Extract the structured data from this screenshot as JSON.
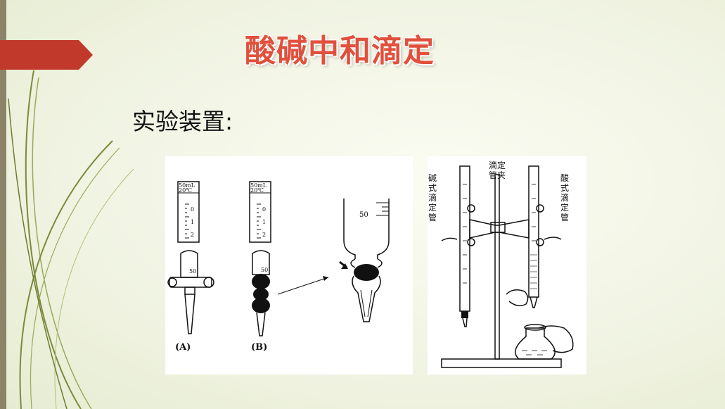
{
  "slide": {
    "title": "酸碱中和滴定",
    "subtitle": "实验装置:"
  },
  "figure_left": {
    "label_a": "(A)",
    "label_b": "(B)",
    "tube_head": "50mL",
    "tube_temp": "20℃",
    "ticks": [
      "0",
      "1",
      "2"
    ],
    "lower_mark": "50",
    "zoom_mark": "50"
  },
  "figure_right": {
    "label_base_burette": "碱式滴定管",
    "label_clamp": "滴定管夹",
    "label_acid_burette": "酸式滴定管"
  },
  "colors": {
    "title": "#e0503c",
    "ribbon": "#c0392b",
    "accent_bar": "#8a8568",
    "decor_lines": "#7b8a3a"
  }
}
